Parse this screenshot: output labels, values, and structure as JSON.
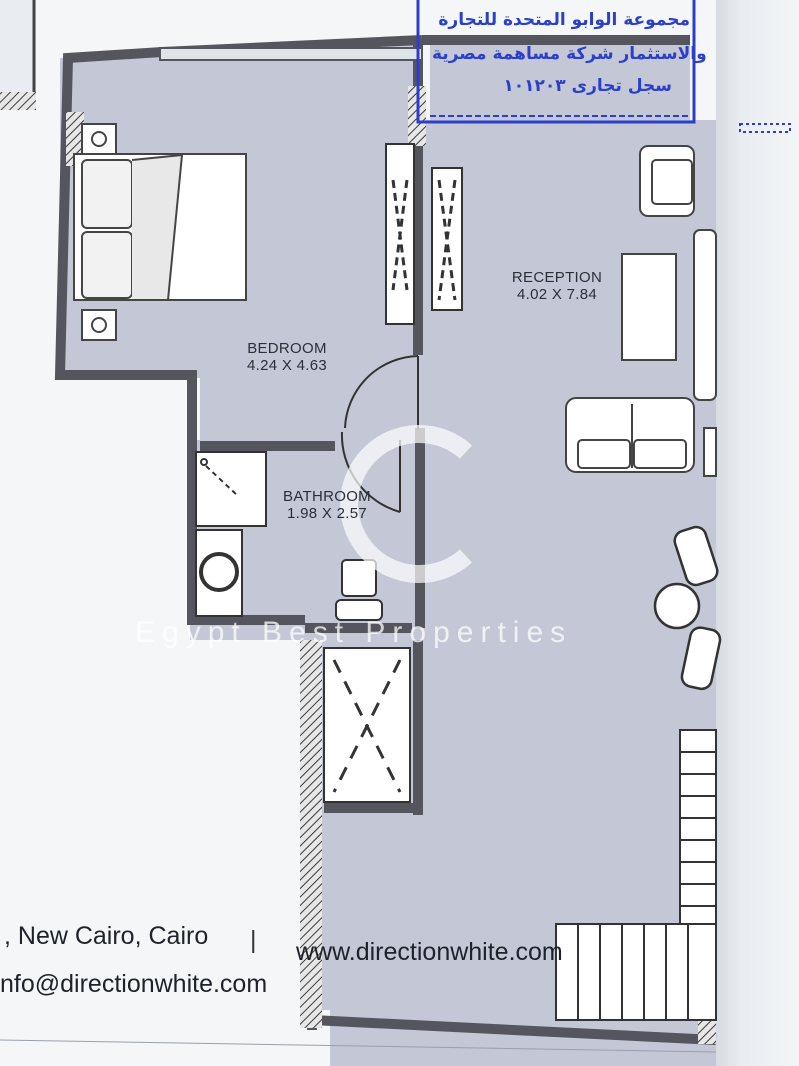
{
  "rooms": [
    {
      "name": "BEDROOM",
      "dims": "4.24 X 4.63"
    },
    {
      "name": "RECEPTION",
      "dims": "4.02 X 7.84"
    },
    {
      "name": "BATHROOM",
      "dims": "1.98 X 2.57"
    }
  ],
  "footer": {
    "address": ", New Cairo, Cairo",
    "separator": "|",
    "website": "www.directionwhite.com",
    "email": "nfo@directionwhite.com"
  },
  "stamp": {
    "line1": "مجموعة الوابو المتحدة للتجارة",
    "line2": "والاستثمار شركة مساهمة مصرية",
    "line3": "سجل تجارى ١٠١٢٠٣"
  },
  "watermark": "Egypt Best Properties",
  "colors": {
    "floor": "#c4c7d6",
    "wall": "#54555c",
    "stamp": "#2b3fc9",
    "paper": "#f4f6f8"
  }
}
